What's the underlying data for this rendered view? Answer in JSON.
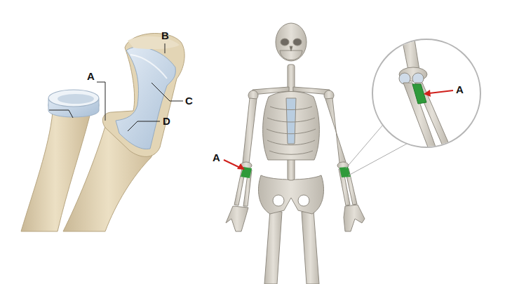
{
  "diagram": {
    "labels": [
      "A",
      "B",
      "C",
      "D",
      "A",
      "A"
    ]
  }
}
